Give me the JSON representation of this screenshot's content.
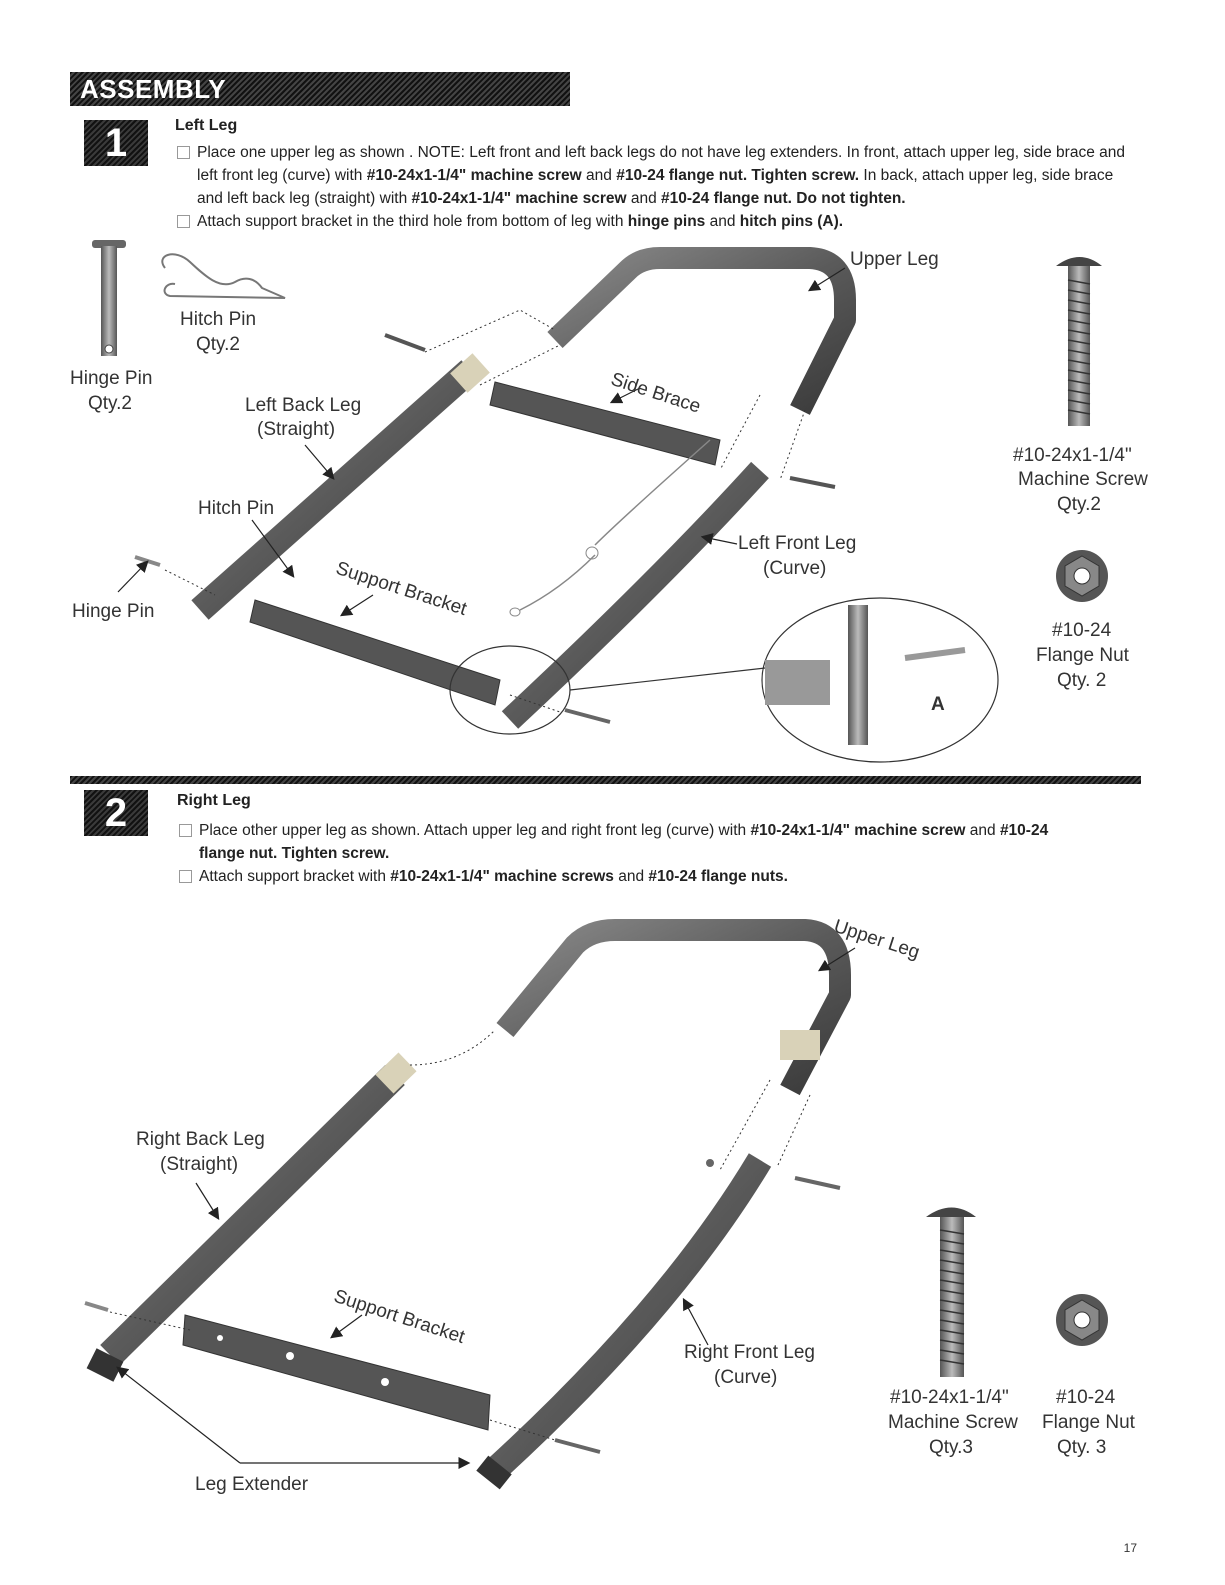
{
  "section_title": "ASSEMBLY",
  "page_number": "17",
  "step1": {
    "number": "1",
    "title": "Left Leg",
    "instruction1": {
      "t1": "Place one upper leg as shown . NOTE: Left front and left back legs do not have leg extenders. In front, attach upper leg, side brace and left front leg (curve) with ",
      "b1": "#10-24x1-1/4\" machine screw",
      "t2": " and ",
      "b2": "#10-24 flange nut. Tighten screw.",
      "t3": " In back, attach upper leg, side brace and left back leg (straight) with ",
      "b3": "#10-24x1-1/4\" machine screw",
      "t4": " and ",
      "b4": "#10-24 flange nut. Do not tighten."
    },
    "instruction2": {
      "t1": "Attach support bracket in the third hole from bottom of leg with ",
      "b1": "hinge pins",
      "t2": " and ",
      "b2": "hitch pins (A)."
    },
    "labels": {
      "upper_leg": "Upper Leg",
      "hitch_pin_part": "Hitch Pin",
      "hitch_pin_qty": "Qty.2",
      "hinge_pin_part": "Hinge Pin",
      "hinge_pin_qty": "Qty.2",
      "left_back_leg": "Left Back Leg",
      "left_back_leg_type": "(Straight)",
      "side_brace": "Side Brace",
      "hitch_pin_callout": "Hitch Pin",
      "support_bracket": "Support Bracket",
      "left_front_leg": "Left Front Leg",
      "left_front_leg_type": "(Curve)",
      "hinge_pin_callout": "Hinge Pin",
      "detail_label": "A",
      "screw_name": "#10-24x1-1/4\"",
      "screw_type": "Machine Screw",
      "screw_qty": "Qty.2",
      "nut_name": "#10-24",
      "nut_type": "Flange Nut",
      "nut_qty": "Qty. 2"
    }
  },
  "step2": {
    "number": "2",
    "title": "Right Leg",
    "instruction1": {
      "t1": "Place other upper leg as shown. Attach upper leg and right front leg (curve) with ",
      "b1": "#10-24x1-1/4\" machine screw",
      "t2": " and ",
      "b2": "#10-24 flange nut. Tighten screw."
    },
    "instruction2": {
      "t1": "Attach support bracket with ",
      "b1": "#10-24x1-1/4\" machine screws",
      "t2": " and ",
      "b2": "#10-24 flange nuts."
    },
    "labels": {
      "upper_leg": "Upper Leg",
      "right_back_leg": "Right Back Leg",
      "right_back_leg_type": "(Straight)",
      "support_bracket": "Support Bracket",
      "right_front_leg": "Right Front Leg",
      "right_front_leg_type": "(Curve)",
      "leg_extender": "Leg Extender",
      "screw_name": "#10-24x1-1/4\"",
      "screw_type": "Machine Screw",
      "screw_qty": "Qty.3",
      "nut_name": "#10-24",
      "nut_type": "Flange Nut",
      "nut_qty": "Qty. 3"
    }
  }
}
